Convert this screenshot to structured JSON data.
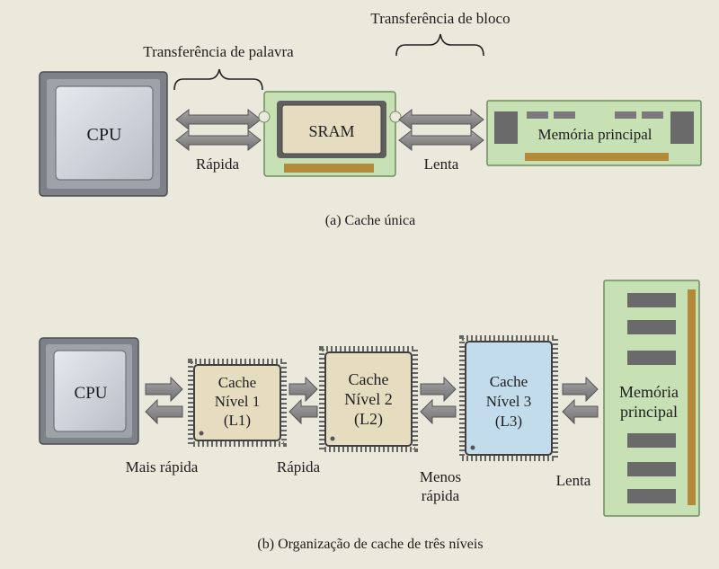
{
  "part_a": {
    "label_word_transfer": "Transferência de palavra",
    "label_block_transfer": "Transferência de bloco",
    "cpu_label": "CPU",
    "sram_label": "SRAM",
    "memory_label": "Memória principal",
    "speed_fast": "Rápida",
    "speed_slow": "Lenta",
    "caption": "(a) Cache única"
  },
  "part_b": {
    "cpu_label": "CPU",
    "l1": {
      "line1": "Cache",
      "line2": "Nível 1",
      "line3": "(L1)"
    },
    "l2": {
      "line1": "Cache",
      "line2": "Nível 2",
      "line3": "(L2)"
    },
    "l3": {
      "line1": "Cache",
      "line2": "Nível 3",
      "line3": "(L3)"
    },
    "memory_line1": "Memória",
    "memory_line2": "principal",
    "speed_fastest": "Mais rápida",
    "speed_fast": "Rápida",
    "speed_less_fast_line1": "Menos",
    "speed_less_fast_line2": "rápida",
    "speed_slow": "Lenta",
    "caption": "(b) Organização de cache de três níveis"
  },
  "colors": {
    "background": "#ebe8dc",
    "pcb_green": "#c7e0b4",
    "chip_beige": "#e6dcc0",
    "l3_blue": "#c3dceb",
    "cpu_silver": "#c8ccd4",
    "arrow_gray": "#8a8a8a"
  }
}
